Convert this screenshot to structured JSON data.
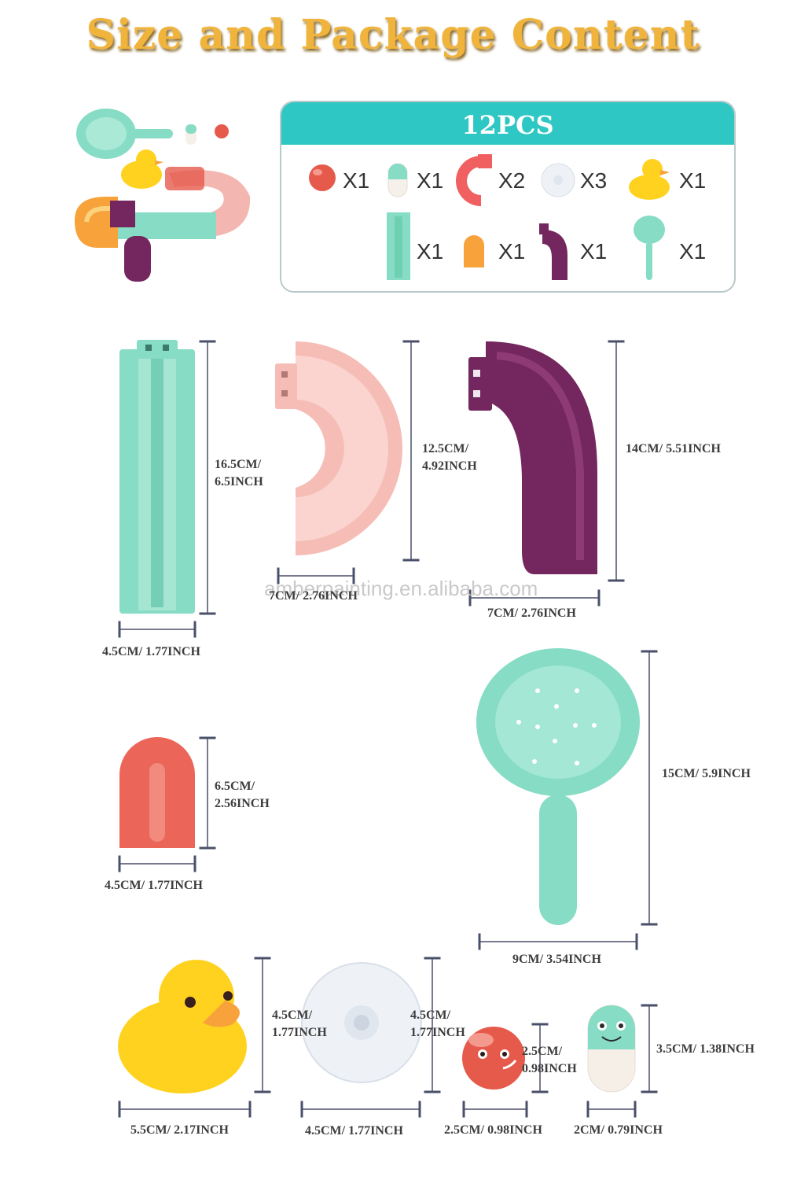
{
  "title": "Size and Package Content",
  "package": {
    "header": "12PCS",
    "items": [
      {
        "icon": "red-ball-icon",
        "qty": "X1"
      },
      {
        "icon": "pill-capsule-icon",
        "qty": "X1"
      },
      {
        "icon": "curved-track-icon",
        "qty": "X2"
      },
      {
        "icon": "suction-cup-icon",
        "qty": "X3"
      },
      {
        "icon": "rubber-duck-icon",
        "qty": "X1"
      },
      {
        "icon": "straight-track-icon",
        "qty": "X1"
      },
      {
        "icon": "end-cap-icon",
        "qty": "X1"
      },
      {
        "icon": "elbow-track-icon",
        "qty": "X1"
      },
      {
        "icon": "strainer-scoop-icon",
        "qty": "X1"
      }
    ]
  },
  "dimensions": {
    "straight_h1": "16.5CM/",
    "straight_h2": "6.5INCH",
    "straight_w": "4.5CM/ 1.77INCH",
    "curve_h1": "12.5CM/",
    "curve_h2": "4.92INCH",
    "curve_w": "7CM/ 2.76INCH",
    "elbow_h": "14CM/ 5.51INCH",
    "elbow_w": "7CM/ 2.76INCH",
    "cap_h1": "6.5CM/",
    "cap_h2": "2.56INCH",
    "cap_w": "4.5CM/ 1.77INCH",
    "scoop_h": "15CM/ 5.9INCH",
    "scoop_w": "9CM/ 3.54INCH",
    "duck_h1": "4.5CM/",
    "duck_h2": "1.77INCH",
    "duck_w": "5.5CM/ 2.17INCH",
    "cup_h1": "4.5CM/",
    "cup_h2": "1.77INCH",
    "cup_w": "4.5CM/ 1.77INCH",
    "ball_h1": "2.5CM/",
    "ball_h2": "0.98INCH",
    "ball_w": "2.5CM/ 0.98INCH",
    "pill_h": "3.5CM/ 1.38INCH",
    "pill_w": "2CM/ 0.79INCH"
  },
  "watermark": "amberpainting.en.alibaba.com",
  "colors": {
    "teal": "#86dcc4",
    "header_teal": "#2ec7c4",
    "pink": "#f3b6b0",
    "purple": "#74265e",
    "red": "#e65a4c",
    "yellow": "#ffd21f",
    "orange": "#f7a23a"
  }
}
